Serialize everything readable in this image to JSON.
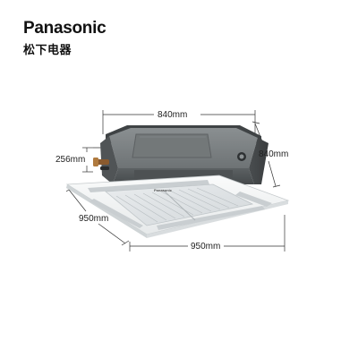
{
  "brand": {
    "name": "Panasonic",
    "subtitle": "松下电器"
  },
  "product": {
    "panel_logo": "Panasonic"
  },
  "dimensions": {
    "top_width": "840mm",
    "top_depth": "840mm",
    "height": "256mm",
    "panel_depth": "950mm",
    "panel_width": "950mm"
  },
  "colors": {
    "unit_body": "#5f6466",
    "panel": "#f4f6f7",
    "dimension_line": "#333333"
  }
}
